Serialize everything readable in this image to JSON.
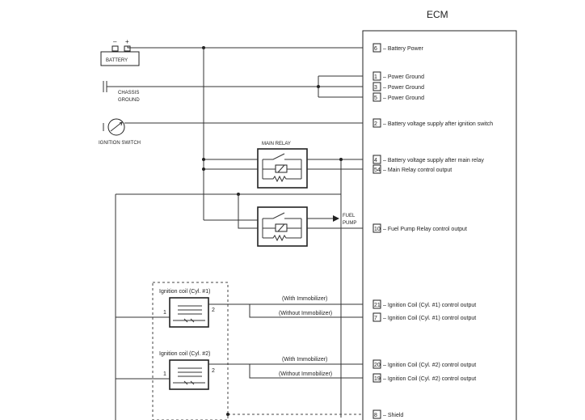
{
  "title": "ECM",
  "components": {
    "battery": {
      "label": "BATTERY",
      "minus": "–",
      "plus": "+"
    },
    "chassis_ground": {
      "line1": "CHASSIS",
      "line2": "GROUND"
    },
    "ignition_switch": {
      "label": "IGNITION SWITCH"
    },
    "main_relay": {
      "label": "MAIN RELAY"
    },
    "fuel_pump": {
      "line1": "FUEL",
      "line2": "PUMP"
    },
    "ignition_coil_1": {
      "label": "Ignition coil (Cyl. #1)",
      "pin1": "1",
      "pin2": "2"
    },
    "ignition_coil_2": {
      "label": "Ignition coil (Cyl. #2)",
      "pin1": "1",
      "pin2": "2"
    }
  },
  "wire_notes": {
    "with_immobilizer": "(With Immobilizer)",
    "without_immobilizer": "(Without Immobilizer)"
  },
  "ecm_pins": [
    {
      "pin": "6",
      "desc": "Battery Power"
    },
    {
      "pin": "1",
      "desc": "Power Ground"
    },
    {
      "pin": "3",
      "desc": "Power Ground"
    },
    {
      "pin": "5",
      "desc": "Power Ground"
    },
    {
      "pin": "2",
      "desc": "Battery voltage supply after ignition switch"
    },
    {
      "pin": "4",
      "desc": "Battery voltage supply after main relay"
    },
    {
      "pin": "54",
      "desc": "Main Relay control output"
    },
    {
      "pin": "10",
      "desc": "Fuel Pump Relay control output"
    },
    {
      "pin": "21",
      "desc": "Ignition Coil (Cyl. #1) control output"
    },
    {
      "pin": "7",
      "desc": "Ignition Coil (Cyl. #1) control output"
    },
    {
      "pin": "20",
      "desc": "Ignition Coil (Cyl. #2) control output"
    },
    {
      "pin": "19",
      "desc": "Ignition Coil (Cyl. #2) control output"
    },
    {
      "pin": "8",
      "desc": "Shield"
    }
  ]
}
